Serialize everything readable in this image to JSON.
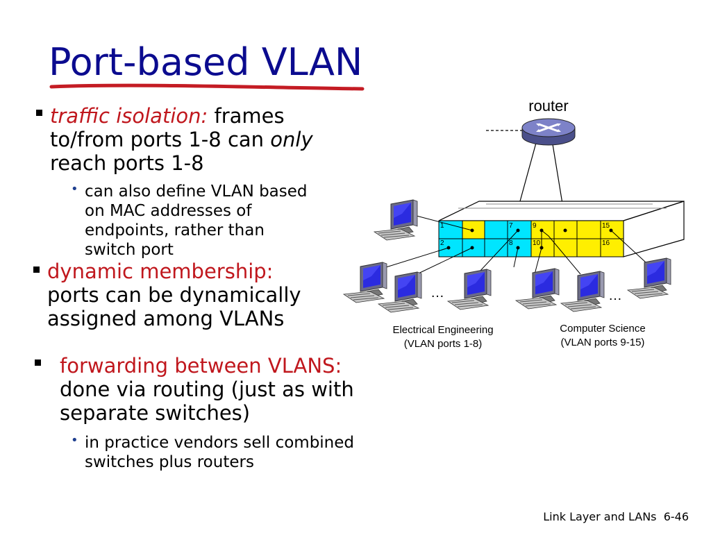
{
  "title": "Port-based VLAN",
  "bullets": {
    "traffic": {
      "term": "traffic isolation:",
      "line1_rest": " frames",
      "line2_pre": "to/from ports 1-8 can ",
      "line2_only": "only",
      "line3": "reach ports 1-8",
      "sub": [
        "can also define VLAN based",
        "on MAC addresses of",
        "endpoints, rather than",
        "switch port"
      ]
    },
    "dynamic": {
      "term": "dynamic membership:",
      "lines": [
        "ports can be dynamically",
        "assigned among VLANs"
      ]
    },
    "forwarding": {
      "term": "forwarding between VLANS:",
      "lines": [
        "done via routing (just as with",
        "separate switches)"
      ],
      "sub": [
        "in practice vendors sell combined",
        "switches plus routers"
      ]
    }
  },
  "diagram": {
    "router_label": "router",
    "ee_label": [
      "Electrical Engineering",
      "(VLAN ports 1-8)"
    ],
    "cs_label": [
      "Computer Science",
      "(VLAN ports 9-15)"
    ],
    "ellipsis": "…",
    "ports_top": [
      "1",
      "7",
      "9",
      "15"
    ],
    "ports_bottom": [
      "2",
      "8",
      "10",
      "16"
    ],
    "colors": {
      "ee": "#00e5ff",
      "cs": "#ffef00",
      "router": "#5a5f9a"
    }
  },
  "footer": {
    "section": "Link Layer and LANs",
    "page": "6-46"
  }
}
